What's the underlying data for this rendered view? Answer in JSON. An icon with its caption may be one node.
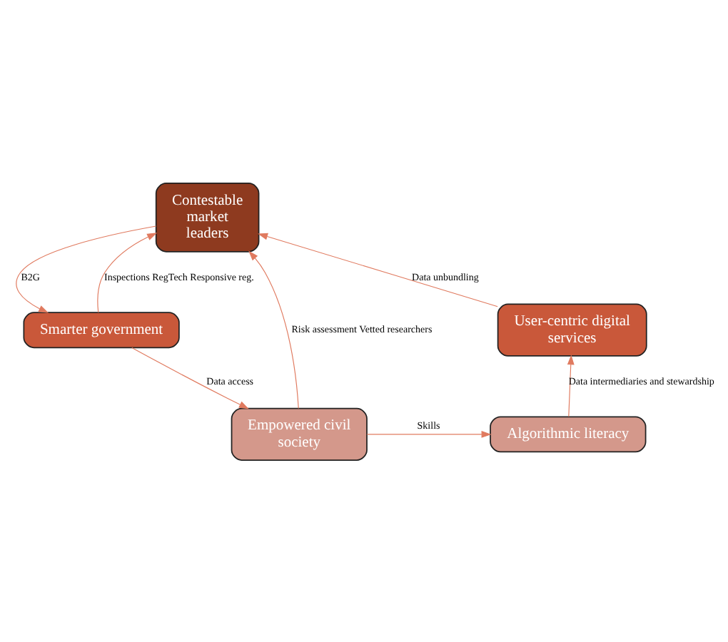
{
  "diagram": {
    "nodes": [
      {
        "text": [
          "Contestable market leaders"
        ]
      },
      {
        "text": [
          "User-centric digital services"
        ]
      },
      {
        "text": [
          "Smarter government"
        ]
      },
      {
        "text": [
          "Algorithmic literacy"
        ]
      },
      {
        "text": [
          "Empowered civil society"
        ]
      }
    ],
    "edges": [
      {
        "from": 1,
        "to": 0,
        "arrow": "to",
        "label": "Data unbundling"
      },
      {
        "from": 0,
        "to": 2,
        "arrow": "to",
        "label": "B2G"
      },
      {
        "from": 2,
        "to": 0,
        "arrow": "to",
        "label": "Inspections RegTech Responsive reg."
      },
      {
        "from": 2,
        "to": 4,
        "arrow": "to",
        "label": "Data access"
      },
      {
        "from": 4,
        "to": 0,
        "arrow": "to",
        "label": "Risk assessment Vetted researchers"
      },
      {
        "from": 4,
        "to": 3,
        "arrow": "to",
        "label": "Skills"
      },
      {
        "from": 3,
        "to": 1,
        "arrow": "to",
        "label": "Data intermediaries and stewardship"
      }
    ]
  }
}
